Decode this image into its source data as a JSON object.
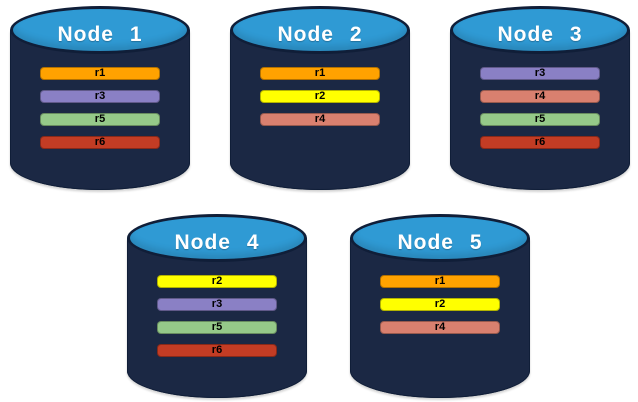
{
  "colors": {
    "background": "#FFFFFF",
    "cylinder_body": "#1B2844",
    "cylinder_outline": "#101E38",
    "cylinder_top": "#2F9AD4",
    "node_title_text": "#FFFFFF",
    "replica_label_text": "#000000"
  },
  "replica_colors": {
    "r1": "#FFA200",
    "r2": "#FFFF00",
    "r3": "#8A80C5",
    "r4": "#D9806F",
    "r5": "#95C989",
    "r6": "#C33C24"
  },
  "nodes": [
    {
      "label": "Node 1",
      "replicas": [
        "r1",
        "r3",
        "r5",
        "r6"
      ]
    },
    {
      "label": "Node 2",
      "replicas": [
        "r1",
        "r2",
        "r4"
      ]
    },
    {
      "label": "Node 3",
      "replicas": [
        "r3",
        "r4",
        "r5",
        "r6"
      ]
    },
    {
      "label": "Node 4",
      "replicas": [
        "r2",
        "r3",
        "r5",
        "r6"
      ]
    },
    {
      "label": "Node 5",
      "replicas": [
        "r1",
        "r2",
        "r4"
      ]
    }
  ]
}
